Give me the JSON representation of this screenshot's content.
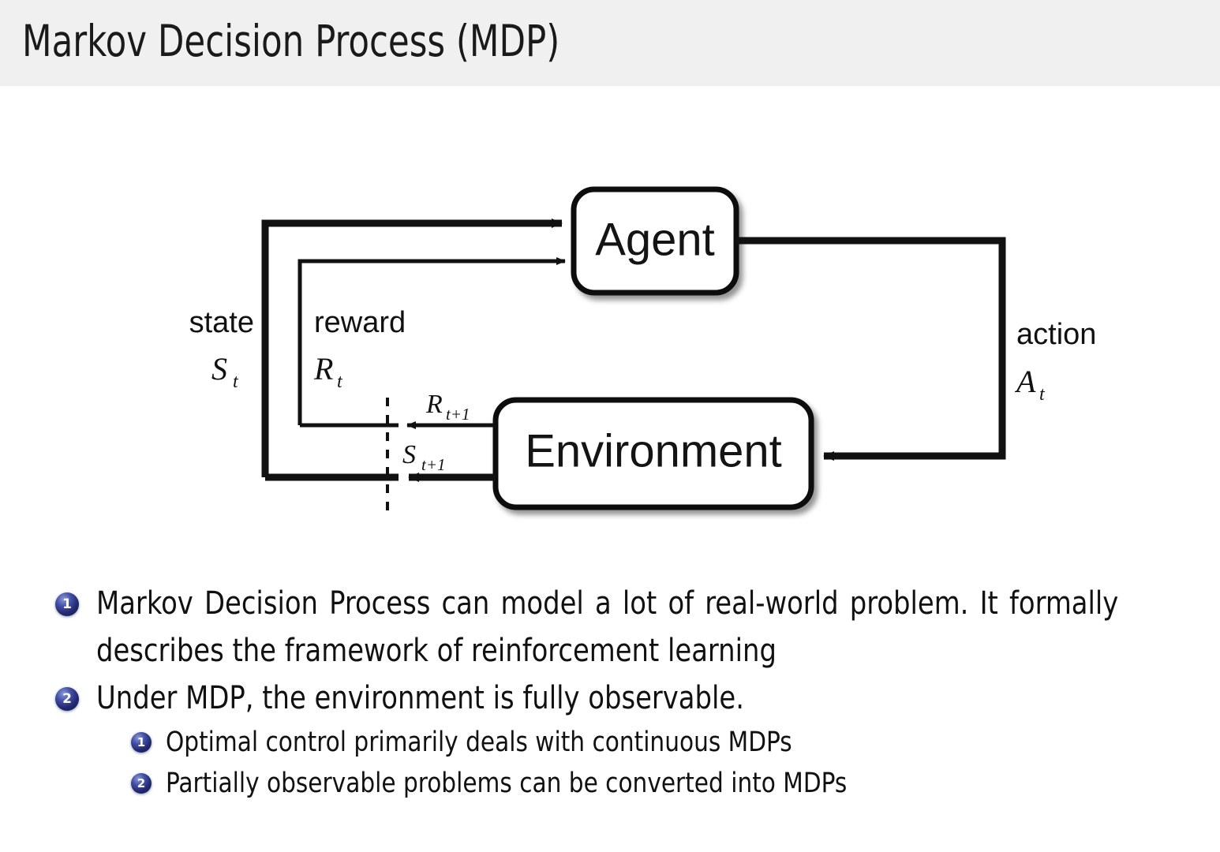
{
  "slide": {
    "title": "Markov Decision Process (MDP)",
    "header_bg": "#f0f0f0",
    "body_bg": "#ffffff",
    "bullet_color": "#2a3180"
  },
  "diagram": {
    "name": "agent-environment-interaction-loop",
    "nodes": [
      {
        "id": "agent",
        "label": "Agent"
      },
      {
        "id": "environment",
        "label": "Environment"
      }
    ],
    "labels": {
      "state_word": "state",
      "state_symbol": "S",
      "state_subscript": "t",
      "reward_word": "reward",
      "reward_symbol": "R",
      "reward_subscript": "t",
      "action_word": "action",
      "action_symbol": "A",
      "action_subscript": "t",
      "next_reward_symbol": "R",
      "next_reward_subscript": "t+1",
      "next_state_symbol": "S",
      "next_state_subscript": "t+1"
    }
  },
  "bullets": [
    {
      "level": 1,
      "number": "1",
      "text": "Markov Decision Process can model a lot of real-world problem. It formally describes the framework of reinforcement learning"
    },
    {
      "level": 1,
      "number": "2",
      "text": "Under MDP, the environment is fully observable."
    },
    {
      "level": 2,
      "number": "1",
      "text": "Optimal control primarily deals with continuous MDPs"
    },
    {
      "level": 2,
      "number": "2",
      "text": "Partially observable problems can be converted into MDPs"
    }
  ]
}
